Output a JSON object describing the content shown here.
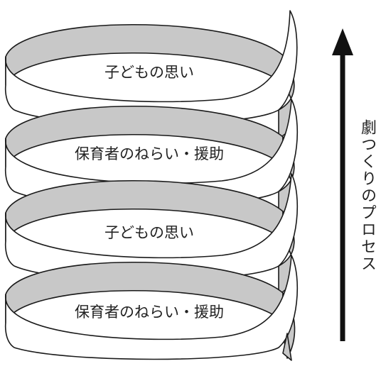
{
  "loops": [
    {
      "label": "子どもの思い"
    },
    {
      "label": "保育者のねらい・援助"
    },
    {
      "label": "子どもの思い"
    },
    {
      "label": "保育者のねらい・援助"
    }
  ],
  "process_label": "劇つくりのプロセス",
  "colors": {
    "ribbon_front": "#ffffff",
    "ribbon_back": "#c8c8c8",
    "stroke": "#1a1a1a",
    "arrow": "#111111"
  }
}
